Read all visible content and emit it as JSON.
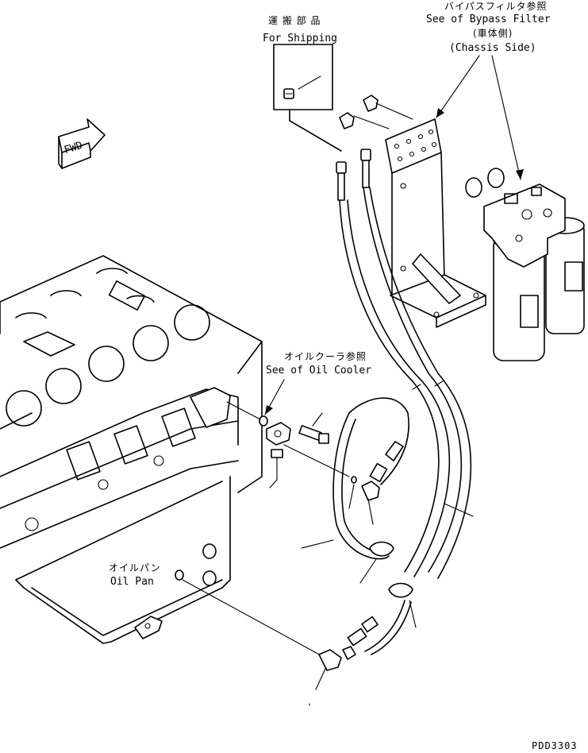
{
  "labels": {
    "shipping_jp": "運 搬 部 品",
    "shipping_en": "For Shipping",
    "bypass_jp": "バイパスフィルタ参照",
    "bypass_en": "See of Bypass Filter",
    "chassis_jp": "(車体側)",
    "chassis_en": "(Chassis Side)",
    "cooler_jp": "オイルクーラ参照",
    "cooler_en": "See of Oil Cooler",
    "oilpan_jp": "オイルパン",
    "oilpan_en": "Oil Pan",
    "fwd": "FWD",
    "drawing_code": "PDD3303"
  }
}
